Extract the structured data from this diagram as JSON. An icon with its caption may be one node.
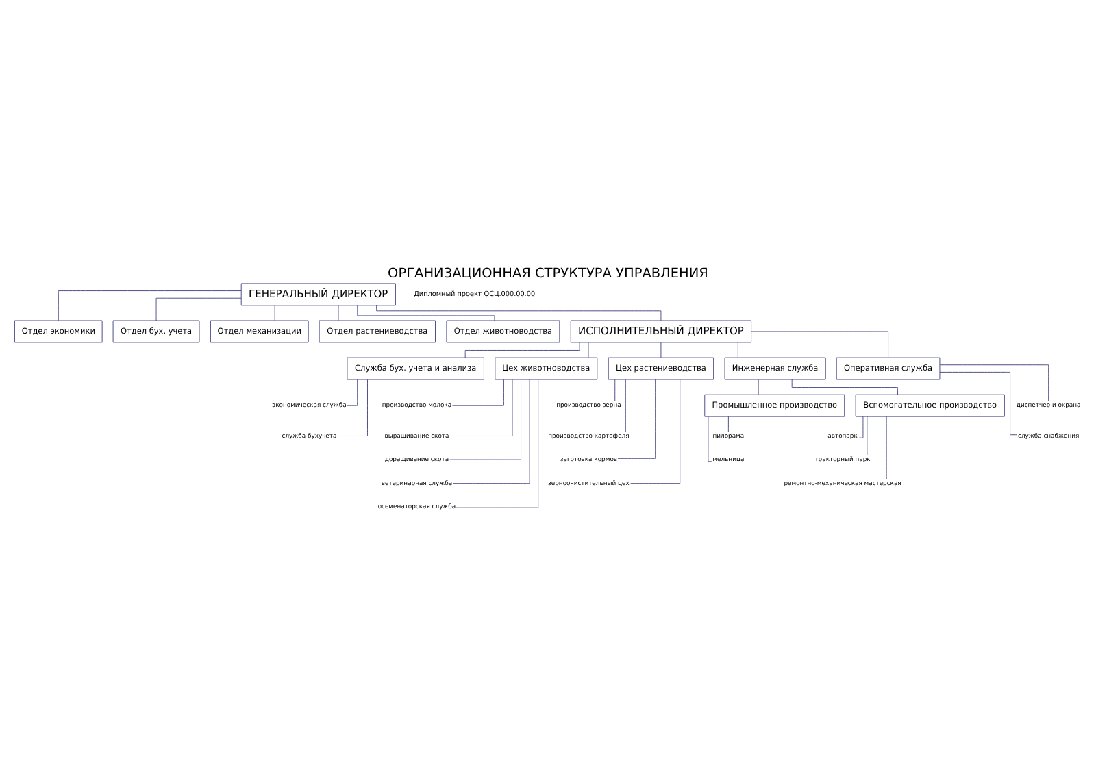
{
  "diagram": {
    "title": "ОРГАНИЗАЦИОННАЯ СТРУКТУРА УПРАВЛЕНИЯ",
    "nodes": [
      {
        "text": [
          "ГЕНЕРАЛЬНЫЙ ДИРЕКТОР"
        ]
      },
      {
        "text": [
          "Отдел экономики"
        ]
      },
      {
        "text": [
          "Отдел бух. учета"
        ]
      },
      {
        "text": [
          "Отдел механизации"
        ]
      },
      {
        "text": [
          "Отдел растениеводства"
        ]
      },
      {
        "text": [
          "Отдел животноводства"
        ]
      },
      {
        "text": [
          "ИСПОЛНИТЕЛЬНЫЙ ДИРЕКТОР"
        ]
      },
      {
        "text": [
          "Служба бух. учета и анализа"
        ]
      },
      {
        "text": [
          "Цех животноводства"
        ]
      },
      {
        "text": [
          "Цех растениеводства"
        ]
      },
      {
        "text": [
          "Инженерная служба"
        ]
      },
      {
        "text": [
          "Оперативная служба"
        ]
      },
      {
        "text": [
          "экономическая служба"
        ]
      },
      {
        "text": [
          "служба бухучета"
        ]
      },
      {
        "text": [
          "производство молока"
        ]
      },
      {
        "text": [
          "выращивание скота"
        ]
      },
      {
        "text": [
          "доращивание скота"
        ]
      },
      {
        "text": [
          "ветеринарная служба"
        ]
      },
      {
        "text": [
          "осеменаторская служба"
        ]
      },
      {
        "text": [
          "производство зерна"
        ]
      },
      {
        "text": [
          "производство картофеля"
        ]
      },
      {
        "text": [
          "заготовка кормов"
        ]
      },
      {
        "text": [
          "зерноочистительный цех"
        ]
      },
      {
        "text": [
          "Промышленное производство"
        ]
      },
      {
        "text": [
          "Вспомогательное производство"
        ]
      },
      {
        "text": [
          "пилорама"
        ]
      },
      {
        "text": [
          "мельница"
        ]
      },
      {
        "text": [
          "автопарк"
        ]
      },
      {
        "text": [
          "тракторный парк"
        ]
      },
      {
        "text": [
          "ремонтно-механическая мастерская"
        ]
      },
      {
        "text": [
          "диспетчер и охрана"
        ]
      },
      {
        "text": [
          "служба снабжения"
        ]
      }
    ],
    "edges": [
      {
        "from": 0,
        "to": 1,
        "arrow": "none"
      },
      {
        "from": 0,
        "to": 2,
        "arrow": "none"
      },
      {
        "from": 0,
        "to": 3,
        "arrow": "none"
      },
      {
        "from": 0,
        "to": 4,
        "arrow": "none"
      },
      {
        "from": 0,
        "to": 5,
        "arrow": "none"
      },
      {
        "from": 0,
        "to": 6,
        "arrow": "none"
      },
      {
        "from": 6,
        "to": 7,
        "arrow": "none"
      },
      {
        "from": 6,
        "to": 8,
        "arrow": "none"
      },
      {
        "from": 6,
        "to": 9,
        "arrow": "none"
      },
      {
        "from": 6,
        "to": 10,
        "arrow": "none"
      },
      {
        "from": 6,
        "to": 11,
        "arrow": "none"
      },
      {
        "from": 7,
        "to": 12,
        "arrow": "none"
      },
      {
        "from": 7,
        "to": 13,
        "arrow": "none"
      },
      {
        "from": 8,
        "to": 14,
        "arrow": "none"
      },
      {
        "from": 8,
        "to": 15,
        "arrow": "none"
      },
      {
        "from": 8,
        "to": 16,
        "arrow": "none"
      },
      {
        "from": 8,
        "to": 17,
        "arrow": "none"
      },
      {
        "from": 8,
        "to": 18,
        "arrow": "none"
      },
      {
        "from": 9,
        "to": 19,
        "arrow": "none"
      },
      {
        "from": 9,
        "to": 20,
        "arrow": "none"
      },
      {
        "from": 9,
        "to": 21,
        "arrow": "none"
      },
      {
        "from": 9,
        "to": 22,
        "arrow": "none"
      },
      {
        "from": 10,
        "to": 23,
        "arrow": "none"
      },
      {
        "from": 10,
        "to": 24,
        "arrow": "none"
      },
      {
        "from": 23,
        "to": 25,
        "arrow": "none"
      },
      {
        "from": 23,
        "to": 26,
        "arrow": "none"
      },
      {
        "from": 24,
        "to": 27,
        "arrow": "none"
      },
      {
        "from": 24,
        "to": 28,
        "arrow": "none"
      },
      {
        "from": 24,
        "to": 29,
        "arrow": "none"
      },
      {
        "from": 11,
        "to": 30,
        "arrow": "none"
      },
      {
        "from": 11,
        "to": 31,
        "arrow": "none"
      }
    ],
    "labels": [
      "Дипломный проект ОСЦ.000.00.00"
    ]
  }
}
